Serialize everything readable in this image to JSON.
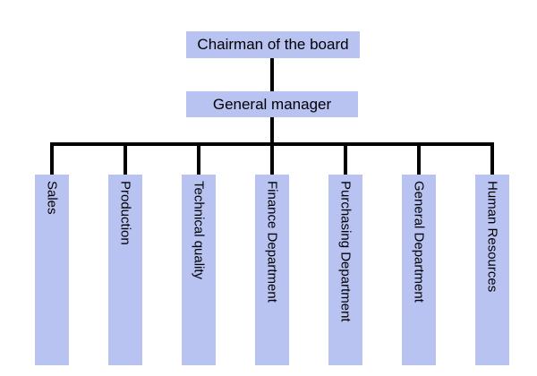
{
  "chart_type": "organization-chart",
  "nodes": {
    "chairman": {
      "label": "Chairman of the board"
    },
    "general_manager": {
      "label": "General manager"
    }
  },
  "departments": [
    {
      "label": "Sales"
    },
    {
      "label": "Production"
    },
    {
      "label": "Technical quality"
    },
    {
      "label": "Finance Department"
    },
    {
      "label": "Purchasing Department"
    },
    {
      "label": "General Department"
    },
    {
      "label": "Human Resources"
    }
  ],
  "colors": {
    "box_fill": "#b8c3f2",
    "line": "#000000",
    "text": "#000000",
    "background": "#ffffff"
  }
}
